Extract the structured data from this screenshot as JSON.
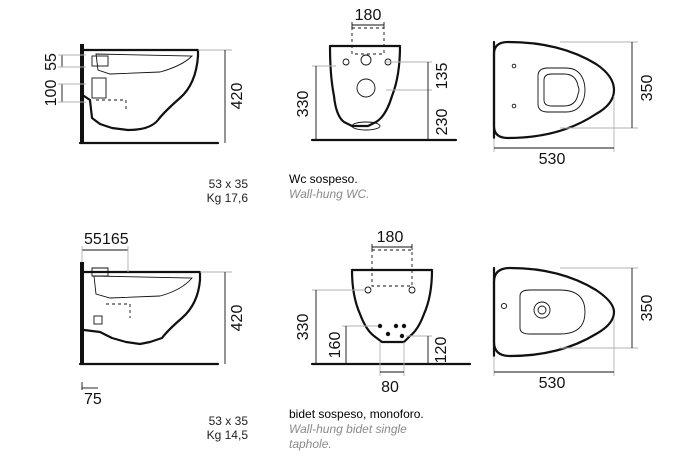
{
  "wc": {
    "side_dims": {
      "top": "55",
      "bottom": "100",
      "height": "420"
    },
    "front_dims": {
      "width": "180",
      "total": "330",
      "upper": "135",
      "lower": "230"
    },
    "plan_dims": {
      "depth": "530",
      "width": "350"
    },
    "spec": {
      "size": "53 x 35",
      "weight": "Kg  17,6"
    },
    "caption": {
      "it": "Wc sospeso.",
      "en": "Wall-hung WC."
    }
  },
  "bidet": {
    "side_dims": {
      "top_a": "55",
      "top_b": "165",
      "height": "420",
      "bottom": "75"
    },
    "front_dims": {
      "width": "180",
      "total": "330",
      "left": "160",
      "right": "120",
      "base": "80"
    },
    "plan_dims": {
      "depth": "530",
      "width": "350"
    },
    "spec": {
      "size": "53 x 35",
      "weight": "Kg  14,5"
    },
    "caption": {
      "it": "bidet sospeso, monoforo.",
      "en_line1": "Wall-hung bidet single",
      "en_line2": "taphole."
    }
  }
}
